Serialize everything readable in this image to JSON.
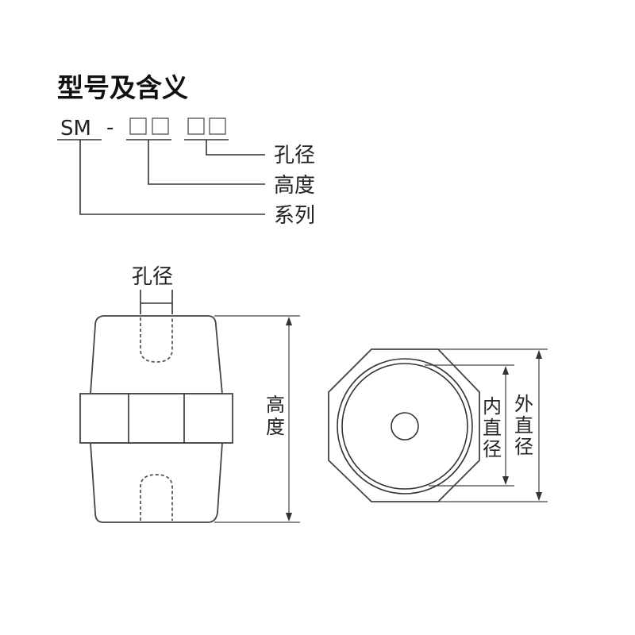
{
  "title": "型号及含义",
  "code": {
    "series": "SM",
    "dash": "-",
    "height_placeholder": "□□",
    "hole_placeholder": "□□"
  },
  "legend": {
    "hole": "孔径",
    "height": "高度",
    "series": "系列"
  },
  "side_view": {
    "hole_label": "孔径",
    "height_label_1": "高",
    "height_label_2": "度"
  },
  "top_view": {
    "inner_label_1": "内",
    "inner_label_2": "直",
    "inner_label_3": "径",
    "outer_label_1": "外",
    "outer_label_2": "直",
    "outer_label_3": "径"
  }
}
